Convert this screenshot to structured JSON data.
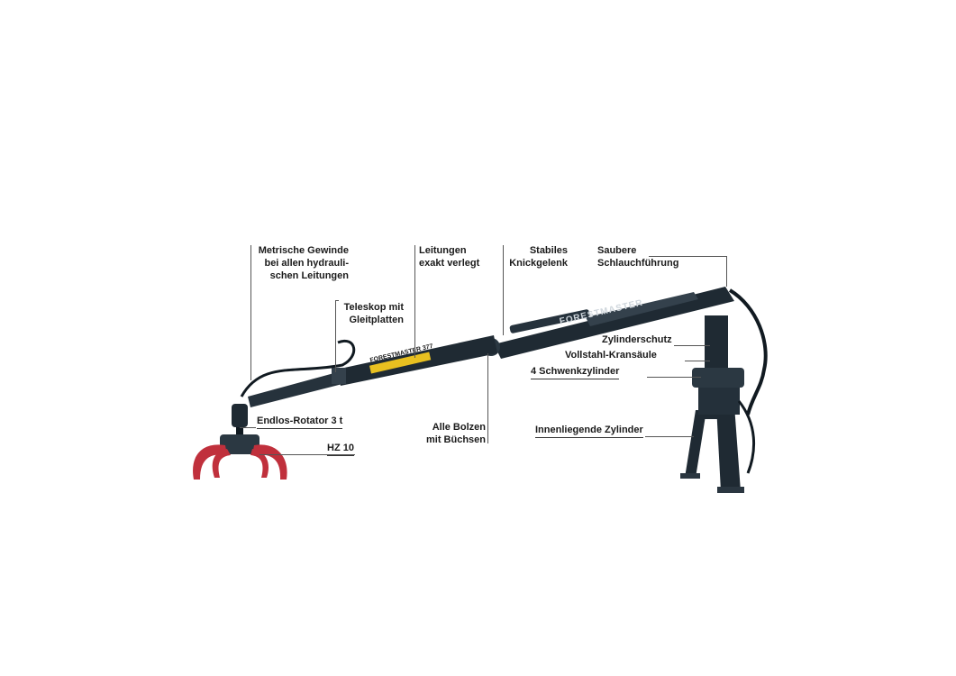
{
  "labels": {
    "metrische_1": "Metrische Gewinde",
    "metrische_2": "bei allen hydrauli-",
    "metrische_3": "schen Leitungen",
    "teleskop_1": "Teleskop mit",
    "teleskop_2": "Gleitplatten",
    "leitungen_1": "Leitungen",
    "leitungen_2": "exakt verlegt",
    "stabiles_1": "Stabiles",
    "stabiles_2": "Knickgelenk",
    "saubere_1": "Saubere",
    "saubere_2": "Schlauchführung",
    "zylinderschutz": "Zylinderschutz",
    "vollstahl": "Vollstahl-Kransäule",
    "schwenk": "4 Schwenkzylinder",
    "endlos": "Endlos-Rotator 3 t",
    "hz10": "HZ 10",
    "bolzen_1": "Alle Bolzen",
    "bolzen_2": "mit Büchsen",
    "innen": "Innenliegende Zylinder"
  },
  "crane_text": {
    "boom_brand": "FORESTMASTER",
    "telescope_model": "FORESTMASTER 377"
  },
  "colors": {
    "steel": "#1f2a33",
    "steel_light": "#3a4752",
    "grapple_red": "#c0303c",
    "accent_orange": "#e07a1a",
    "label_yellow": "#e8c020"
  }
}
